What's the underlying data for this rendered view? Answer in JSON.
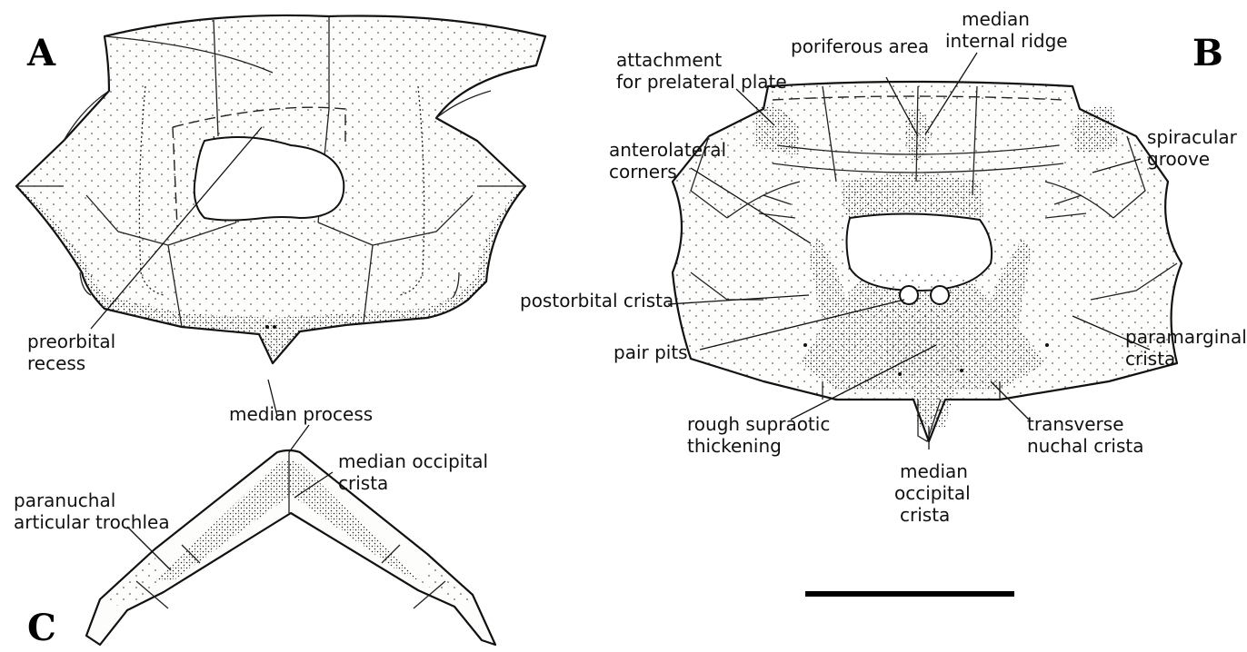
{
  "panels": {
    "a": "A",
    "b": "B",
    "c": "C"
  },
  "labels": {
    "preorbital_recess_1": "preorbital",
    "preorbital_recess_2": "recess",
    "median_process": "median process",
    "median_occipital_crista_c_1": "median occipital",
    "median_occipital_crista_c_2": "crista",
    "paranuchal_trochlea_1": "paranuchal",
    "paranuchal_trochlea_2": "articular trochlea",
    "attachment_1": "attachment",
    "attachment_2": "for prelateral plate",
    "poriferous_area": "poriferous area",
    "median_internal_ridge_1": "median",
    "median_internal_ridge_2": "internal ridge",
    "spiracular_groove_1": "spiracular",
    "spiracular_groove_2": "groove",
    "anterolateral_corners_1": "anterolateral",
    "anterolateral_corners_2": "corners",
    "postorbital_crista": "postorbital crista",
    "pair_pits": "pair pits",
    "paramarginal_crista_1": "paramarginal",
    "paramarginal_crista_2": "crista",
    "rough_supraotic_1": "rough supraotic",
    "rough_supraotic_2": "thickening",
    "transverse_nuchal_1": "transverse",
    "transverse_nuchal_2": "nuchal crista",
    "median_occipital_b_1": "median",
    "median_occipital_b_2": "occipital",
    "median_occipital_b_3": "crista"
  }
}
